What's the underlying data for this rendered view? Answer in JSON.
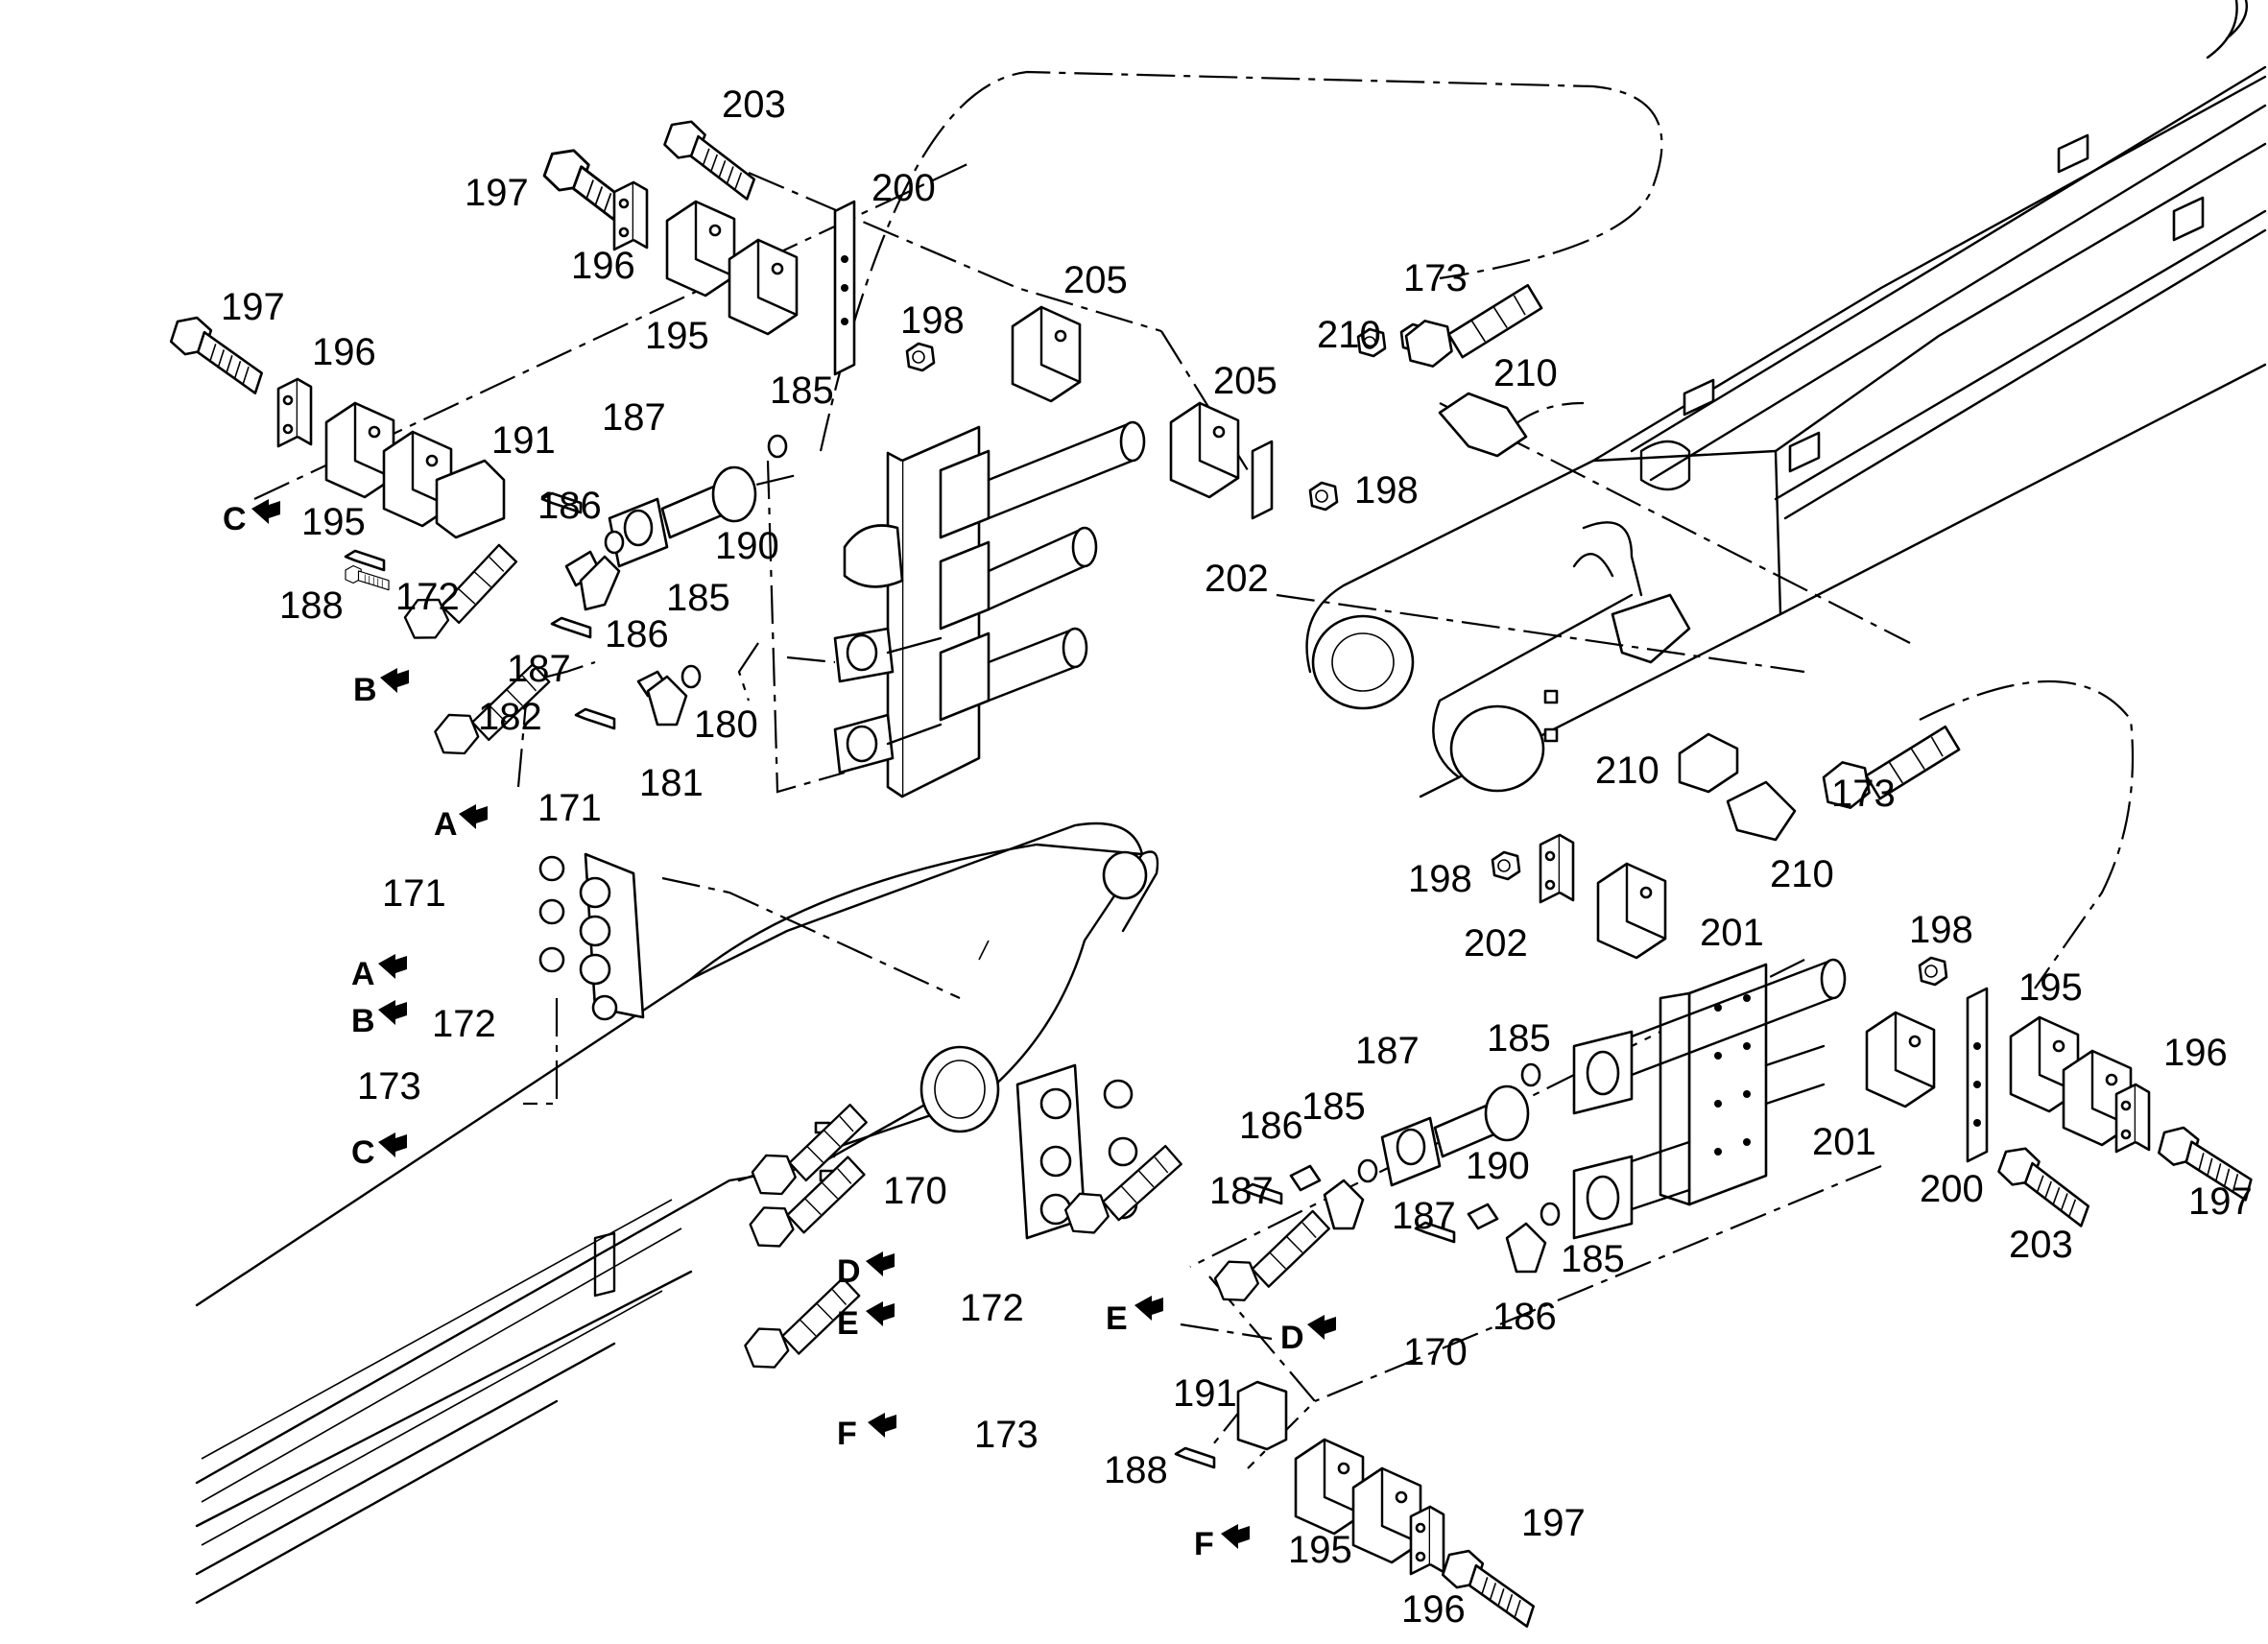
{
  "callouts": {
    "c170a": "170",
    "c170b": "170",
    "c171a": "171",
    "c171b": "171",
    "c172a": "172",
    "c172b": "172",
    "c172c": "172",
    "c173a": "173",
    "c173b": "173",
    "c173c": "173",
    "c173d": "173",
    "c180": "180",
    "c181": "181",
    "c182": "182",
    "c185a": "185",
    "c185b": "185",
    "c185c": "185",
    "c185d": "185",
    "c185e": "185",
    "c186a": "186",
    "c186b": "186",
    "c186c": "186",
    "c186d": "186",
    "c187a": "187",
    "c187b": "187",
    "c187c": "187",
    "c187d": "187",
    "c187e": "187",
    "c188a": "188",
    "c188b": "188",
    "c190a": "190",
    "c190b": "190",
    "c191a": "191",
    "c191b": "191",
    "c195a": "195",
    "c195b": "195",
    "c195c": "195",
    "c195d": "195",
    "c196a": "196",
    "c196b": "196",
    "c196c": "196",
    "c196d": "196",
    "c197a": "197",
    "c197b": "197",
    "c197c": "197",
    "c197d": "197",
    "c198a": "198",
    "c198b": "198",
    "c198c": "198",
    "c198d": "198",
    "c200a": "200",
    "c200b": "200",
    "c201a": "201",
    "c201b": "201",
    "c202a": "202",
    "c202b": "202",
    "c203a": "203",
    "c203b": "203",
    "c205a": "205",
    "c205b": "205",
    "c210a": "210",
    "c210b": "210",
    "c210c": "210",
    "c210d": "210"
  },
  "connections": {
    "A1": "A",
    "A2": "A",
    "B1": "B",
    "B2": "B",
    "C1": "C",
    "C2": "C",
    "D1": "D",
    "D2": "D",
    "E1": "E",
    "E2": "E",
    "F1": "F",
    "F2": "F"
  }
}
